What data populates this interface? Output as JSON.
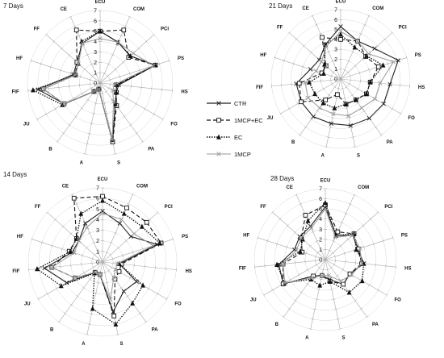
{
  "legend": {
    "series": [
      {
        "name": "CTR",
        "color": "#222222",
        "dash": "",
        "width": 1.1,
        "marker": "x"
      },
      {
        "name": "1MCP+EC",
        "color": "#111111",
        "dash": "5,3",
        "width": 1.1,
        "marker": "square"
      },
      {
        "name": "EC",
        "color": "#111111",
        "dash": "1.5,1.5",
        "width": 1.3,
        "marker": "triangle"
      },
      {
        "name": "1MCP",
        "color": "#9a9a9a",
        "dash": "",
        "width": 1.0,
        "marker": "x"
      }
    ]
  },
  "chart_data": [
    {
      "type": "radar",
      "title": "7 Days",
      "axes": [
        "ECU",
        "COM",
        "PCI",
        "PS",
        "HS",
        "FO",
        "PA",
        "S",
        "A",
        "B",
        "JU",
        "FIF",
        "HF",
        "FF",
        "CE"
      ],
      "rlim": [
        0,
        7
      ],
      "ring_labels": [
        "0",
        "1",
        "2",
        "3",
        "4",
        "5",
        "6",
        "7"
      ],
      "series": [
        {
          "name": "CTR",
          "values": [
            5.0,
            4.3,
            3.9,
            5.6,
            1.8,
            1.8,
            2.5,
            5.8,
            0.6,
            1.0,
            4.0,
            6.0,
            2.7,
            3.0,
            4.2
          ]
        },
        {
          "name": "1MCP+EC",
          "values": [
            5.0,
            5.6,
            3.7,
            5.6,
            1.6,
            1.8,
            2.7,
            5.8,
            0.6,
            1.0,
            4.0,
            5.5,
            2.5,
            3.0,
            5.6
          ]
        },
        {
          "name": "EC",
          "values": [
            5.0,
            4.3,
            3.9,
            5.6,
            1.6,
            1.8,
            2.5,
            5.6,
            0.6,
            1.0,
            4.2,
            6.5,
            2.5,
            2.8,
            4.4
          ]
        },
        {
          "name": "1MCP",
          "values": [
            4.3,
            4.3,
            4.3,
            5.4,
            1.4,
            1.4,
            2.2,
            5.6,
            0.6,
            1.0,
            4.0,
            5.5,
            2.5,
            2.8,
            4.2
          ]
        }
      ]
    },
    {
      "type": "radar",
      "title": "21 Days",
      "axes": [
        "ECU",
        "COM",
        "PCI",
        "PS",
        "HS",
        "FO",
        "PA",
        "S",
        "A",
        "B",
        "JU",
        "FIF",
        "HF",
        "FF",
        "CE"
      ],
      "rlim": [
        0,
        7
      ],
      "ring_labels": [
        "0",
        "1",
        "2",
        "3",
        "4",
        "5",
        "6",
        "7"
      ],
      "series": [
        {
          "name": "CTR",
          "values": [
            5.3,
            4.2,
            4.6,
            6.1,
            5.0,
            5.0,
            4.9,
            4.8,
            4.6,
            4.7,
            4.6,
            4.5,
            3.2,
            2.9,
            3.8
          ]
        },
        {
          "name": "1MCP+EC",
          "values": [
            4.0,
            4.2,
            3.4,
            4.0,
            3.0,
            3.0,
            2.6,
            2.6,
            1.6,
            2.6,
            4.6,
            4.2,
            2.0,
            2.0,
            4.6
          ]
        },
        {
          "name": "EC",
          "values": [
            4.5,
            3.5,
            3.5,
            4.5,
            3.0,
            3.0,
            2.6,
            2.6,
            3.0,
            3.0,
            3.0,
            3.2,
            1.8,
            2.2,
            3.8
          ]
        },
        {
          "name": "1MCP",
          "values": [
            4.8,
            4.2,
            3.8,
            5.6,
            4.0,
            4.0,
            3.6,
            3.8,
            3.6,
            3.6,
            3.8,
            3.6,
            2.6,
            2.6,
            3.6
          ]
        }
      ]
    },
    {
      "type": "radar",
      "title": "14 Days",
      "axes": [
        "ECU",
        "COM",
        "PCI",
        "PS",
        "HS",
        "FO",
        "PA",
        "S",
        "A",
        "B",
        "JU",
        "FIF",
        "HF",
        "FF",
        "CE"
      ],
      "rlim": [
        0,
        7
      ],
      "ring_labels": [
        "0",
        "1",
        "2",
        "3",
        "4",
        "5",
        "6",
        "7"
      ],
      "series": [
        {
          "name": "CTR",
          "values": [
            4.8,
            4.0,
            3.6,
            5.4,
            1.6,
            3.7,
            3.4,
            4.8,
            1.2,
            1.2,
            3.9,
            5.5,
            3.0,
            3.0,
            4.0
          ]
        },
        {
          "name": "1MCP+EC",
          "values": [
            6.2,
            5.6,
            5.6,
            5.8,
            1.8,
            1.8,
            2.0,
            5.2,
            1.2,
            1.2,
            3.0,
            4.8,
            3.3,
            3.3,
            6.6
          ]
        },
        {
          "name": "EC",
          "values": [
            5.8,
            5.0,
            5.0,
            5.7,
            1.6,
            4.4,
            4.8,
            6.0,
            4.5,
            1.3,
            4.5,
            6.2,
            3.2,
            3.3,
            5.0
          ]
        },
        {
          "name": "1MCP",
          "values": [
            4.6,
            4.4,
            4.0,
            5.0,
            1.4,
            1.4,
            1.8,
            3.6,
            1.2,
            1.2,
            3.0,
            4.8,
            2.8,
            3.0,
            3.6
          ]
        }
      ]
    },
    {
      "type": "radar",
      "title": "28 Days",
      "axes": [
        "ECU",
        "COM",
        "PCI",
        "PS",
        "HS",
        "FO",
        "PA",
        "S",
        "A",
        "B",
        "JU",
        "FIF",
        "HF",
        "FF",
        "CE"
      ],
      "rlim": [
        0,
        7
      ],
      "ring_labels": [
        "0",
        "1",
        "2",
        "3",
        "4",
        "5",
        "6",
        "7"
      ],
      "series": [
        {
          "name": "CTR",
          "values": [
            5.2,
            2.6,
            3.6,
            3.4,
            3.8,
            2.8,
            3.0,
            2.0,
            1.6,
            2.0,
            4.8,
            4.6,
            3.2,
            3.4,
            3.6
          ]
        },
        {
          "name": "1MCP+EC",
          "values": [
            5.4,
            3.0,
            3.8,
            3.4,
            3.6,
            2.8,
            3.0,
            2.2,
            1.6,
            2.0,
            4.8,
            4.2,
            2.4,
            3.2,
            4.8
          ]
        },
        {
          "name": "EC",
          "values": [
            5.6,
            2.6,
            3.8,
            3.2,
            3.8,
            4.2,
            4.0,
            2.2,
            2.6,
            2.4,
            4.6,
            4.8,
            2.6,
            3.0,
            4.2
          ]
        },
        {
          "name": "1MCP",
          "values": [
            5.0,
            2.4,
            3.6,
            3.6,
            3.6,
            3.0,
            2.6,
            1.6,
            1.6,
            2.2,
            4.6,
            4.2,
            3.0,
            3.2,
            3.4
          ]
        }
      ]
    }
  ]
}
